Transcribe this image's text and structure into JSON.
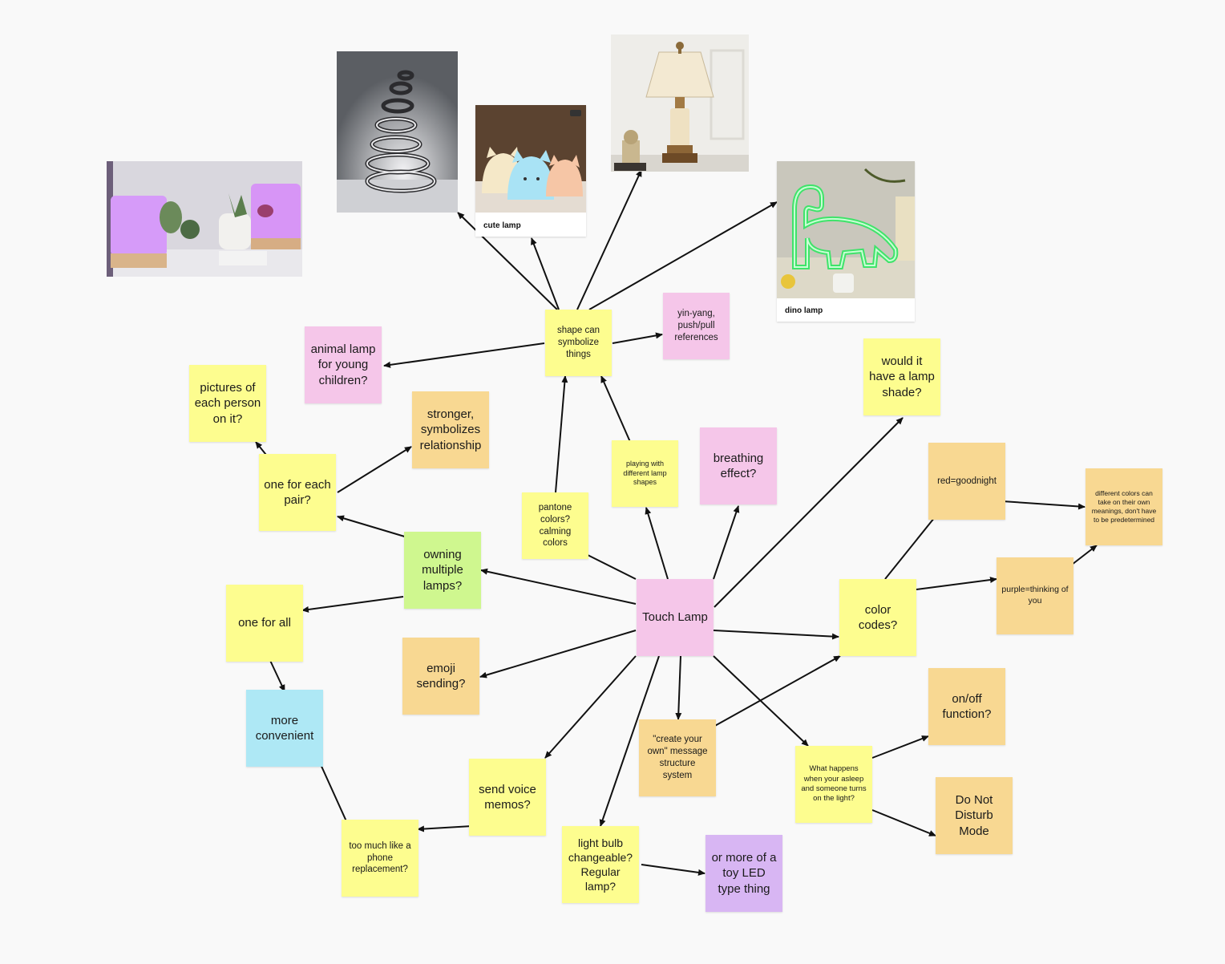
{
  "images": {
    "purple_lamp": {
      "icon": "purple-cylinder-lamps-photo"
    },
    "spiral_lamp": {
      "icon": "spiral-lamp-photo"
    },
    "cute_lamp": {
      "caption": "cute lamp",
      "icon": "cat-night-lights-photo"
    },
    "classic_lamp": {
      "icon": "classic-table-lamp-photo"
    },
    "dino_lamp": {
      "caption": "dino lamp",
      "icon": "neon-dinosaur-lamp-photo"
    }
  },
  "notes": {
    "touch_lamp": "Touch Lamp",
    "shape_symbolize": "shape can symbolize things",
    "yin_yang": "yin-yang, push/pull references",
    "animal_lamp": "animal lamp for young children?",
    "pictures_each": "pictures of each person on it?",
    "stronger": "stronger, symbolizes relationship",
    "one_each_pair": "one for each pair?",
    "owning_multiple": "owning multiple lamps?",
    "one_for_all": "one for all",
    "more_convenient": "more convenient",
    "too_much_phone": "too much like a phone replacement?",
    "send_voice": "send voice memos?",
    "emoji": "emoji sending?",
    "pantone": "pantone colors? calming colors",
    "playing_shapes": "playing with different lamp shapes",
    "breathing": "breathing effect?",
    "lamp_shade": "would it have a lamp shade?",
    "color_codes": "color codes?",
    "red_goodnight": "red=goodnight",
    "purple_thinking": "purple=thinking of you",
    "different_colors": "different colors can take on their own meanings, don't have to be predetermined",
    "create_own": "\"create your own\" message structure system",
    "what_happens": "What happens when your asleep and someone turns on the light?",
    "on_off": "on/off function?",
    "dnd": "Do Not Disturb Mode",
    "light_bulb": "light bulb changeable? Regular lamp?",
    "toy_led": "or more of a toy LED type thing"
  },
  "colors": {
    "yellow": "#fdfd8f",
    "pink": "#f5c6e9",
    "orange": "#f8d892",
    "green": "#cff78f",
    "blue": "#aee8f5",
    "purple": "#d8b6f3",
    "arrow": "#111111"
  }
}
